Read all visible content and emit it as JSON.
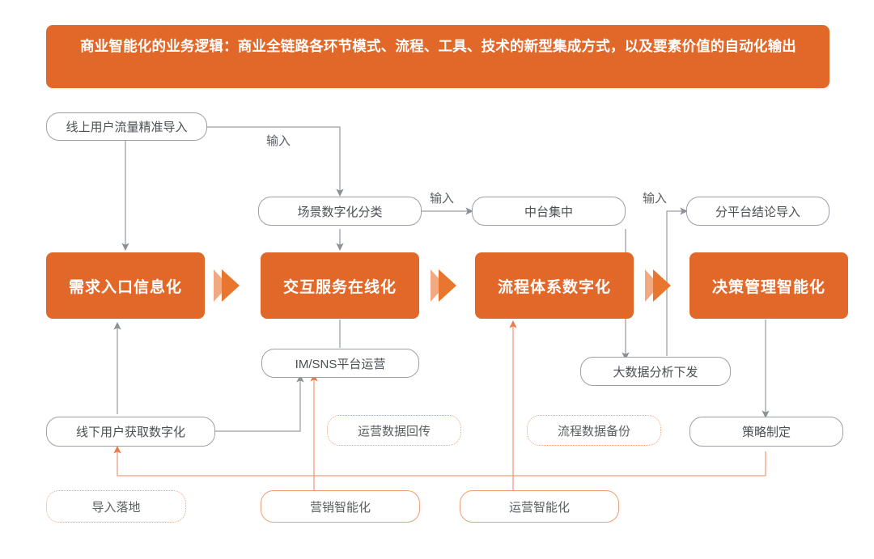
{
  "banner": {
    "text": "商业智能化的业务逻辑：商业全链路各环节模式、流程、工具、技术的新型集成方式，以及要素价值的自动化输出",
    "bg_color": "#E2682A",
    "text_color": "#FFFFFF"
  },
  "colors": {
    "accent_orange": "#E2682A",
    "light_orange": "#EE9F79",
    "dashed_orange": "#F0A27C",
    "wire_gray": "#9BA0A6",
    "text_gray": "#4B4F54"
  },
  "main_stages": [
    {
      "id": "stage-1",
      "label": "需求入口信息化"
    },
    {
      "id": "stage-2",
      "label": "交互服务在线化"
    },
    {
      "id": "stage-3",
      "label": "流程体系数字化"
    },
    {
      "id": "stage-4",
      "label": "决策管理智能化"
    }
  ],
  "input_nodes": [
    {
      "id": "online-traffic",
      "label": "线上用户流量精准导入"
    },
    {
      "id": "scene-classify",
      "label": "场景数字化分类"
    },
    {
      "id": "midend-central",
      "label": "中台集中"
    },
    {
      "id": "platform-conclusion",
      "label": "分平台结论导入"
    }
  ],
  "support_nodes": [
    {
      "id": "im-sns",
      "label": "IM/SNS平台运营"
    },
    {
      "id": "bigdata",
      "label": "大数据分析下发"
    },
    {
      "id": "offline-acquire",
      "label": "线下用户获取数字化"
    },
    {
      "id": "strategy",
      "label": "策略制定"
    }
  ],
  "dashed_nodes": [
    {
      "id": "ops-data-return",
      "label": "运营数据回传"
    },
    {
      "id": "process-data-backup",
      "label": "流程数据备份"
    },
    {
      "id": "import-landing",
      "label": "导入落地"
    }
  ],
  "outline_nodes": [
    {
      "id": "marketing-intelligence",
      "label": "营销智能化"
    },
    {
      "id": "ops-intelligence",
      "label": "运营智能化"
    }
  ],
  "edge_labels": [
    {
      "id": "input-1",
      "label": "输入"
    },
    {
      "id": "input-2",
      "label": "输入"
    },
    {
      "id": "input-3",
      "label": "输入"
    }
  ],
  "chevrons": [
    {
      "id": "chevron-1"
    },
    {
      "id": "chevron-2"
    },
    {
      "id": "chevron-3"
    }
  ]
}
